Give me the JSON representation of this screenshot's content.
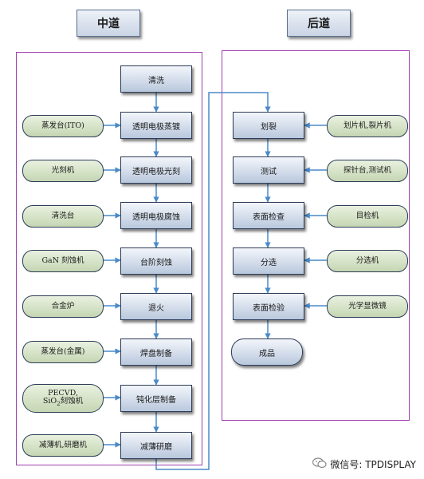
{
  "headers": {
    "middle": "中道",
    "back": "后道"
  },
  "middle": {
    "steps": [
      "清洗",
      "透明电极蒸镀",
      "透明电极光刻",
      "透明电极腐蚀",
      "台阶刻蚀",
      "退火",
      "焊盘制备",
      "钝化层制备",
      "减薄研磨"
    ],
    "equipment": [
      "蒸发台(ITO)",
      "光刻机",
      "清洗台",
      "GaN 刻蚀机",
      "合金炉",
      "蒸发台(金属)",
      "减薄机,研磨机"
    ],
    "passivation_equipment": {
      "line1": "PECVD,",
      "line2_prefix": "SiO",
      "line2_sub": "2",
      "line2_suffix": "刻蚀机"
    }
  },
  "back": {
    "steps": [
      "划裂",
      "测试",
      "表面检查",
      "分选",
      "表面检验"
    ],
    "final": "成品",
    "equipment": [
      "划片机,裂片机",
      "探针台,测试机",
      "目检机",
      "分选机",
      "光学显微镜"
    ]
  },
  "watermark": {
    "text": "微信号: TPDISPLAY"
  }
}
